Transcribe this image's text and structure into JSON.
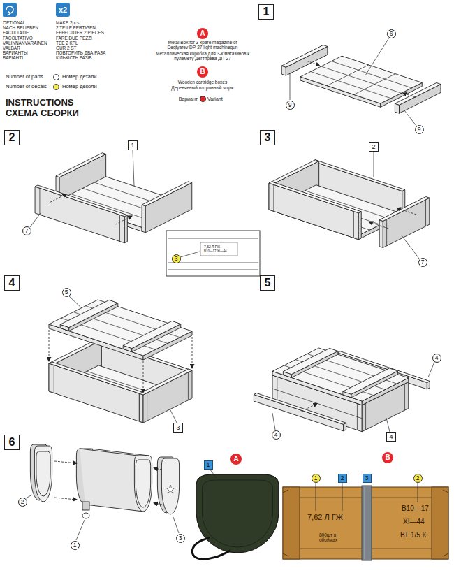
{
  "diagram": {
    "title": "INSTRUCTIONS СХЕМА СБОРКИ",
    "nodes": [
      {
        "text": [
          "x2"
        ]
      },
      {
        "text": [
          "A"
        ]
      },
      {
        "text": [
          "1"
        ]
      },
      {
        "text": [
          "6"
        ]
      },
      {
        "text": [
          "9"
        ]
      },
      {
        "text": [
          "9"
        ]
      },
      {
        "text": [
          "B"
        ]
      },
      {
        "text": [
          "2"
        ]
      },
      {
        "text": [
          "1"
        ]
      },
      {
        "text": [
          "7"
        ]
      },
      {
        "text": [
          "3"
        ]
      },
      {
        "text": [
          "2"
        ]
      },
      {
        "text": [
          "7"
        ]
      },
      {
        "text": [
          "4"
        ]
      },
      {
        "text": [
          "5"
        ]
      },
      {
        "text": [
          "3"
        ]
      },
      {
        "text": [
          "3"
        ]
      },
      {
        "text": [
          "5"
        ]
      },
      {
        "text": [
          "4"
        ]
      },
      {
        "text": [
          "4"
        ]
      },
      {
        "text": [
          "4"
        ]
      },
      {
        "text": [
          "6"
        ]
      },
      {
        "text": [
          "2"
        ]
      },
      {
        "text": [
          "1"
        ]
      },
      {
        "text": [
          "3"
        ]
      },
      {
        "text": [
          "A"
        ]
      },
      {
        "text": [
          "1"
        ]
      },
      {
        "text": [
          "B"
        ]
      },
      {
        "text": [
          "1"
        ]
      },
      {
        "text": [
          "2"
        ]
      },
      {
        "text": [
          "3"
        ]
      },
      {
        "text": [
          "2"
        ]
      }
    ],
    "labels": [
      "OPTIONAL",
      "NACH BELIEBEN",
      "FACULTATIF",
      "FACOLTATIVO",
      "VALINNANVARAINEN",
      "VALBAR",
      "ВАРИАНТЫ",
      "ВАРІАНТІ",
      "MAKE 2pcs",
      "2 TEILE FERTIGEN",
      "EFFECTUER 2 PIECES",
      "FARE DUE PEZZI",
      "TEE 2 KPL",
      "GUR 2 ST",
      "ПОВТОРИТЬ ДВА РАЗА",
      "КІЛЬКІСТЬ РАЗІВ",
      "Номер детали",
      "Номер деколи",
      "Metal Box for 3 xpare magazine of Degtyarev DP-27 light machinegun",
      "Металлическая коробка для 3-х магазинов к пулемету Дегтярева ДП-27",
      "Wooden cartridge boxes",
      "Деревянный патронный ящик",
      "Вариант",
      "7,62 Л ГЖ",
      "В10—17 XI—44",
      "7,62 Л ГЖ",
      "800шт в обоймах",
      "В10—17",
      "XI—44",
      "ВТ 1/5 К"
    ],
    "legend": [
      {
        "text": "Number of parts",
        "color": "#ffffff"
      },
      {
        "text": "Number of decals",
        "color": "#f7e94a"
      },
      {
        "text": "Variant",
        "color": "#e5262b"
      }
    ]
  }
}
